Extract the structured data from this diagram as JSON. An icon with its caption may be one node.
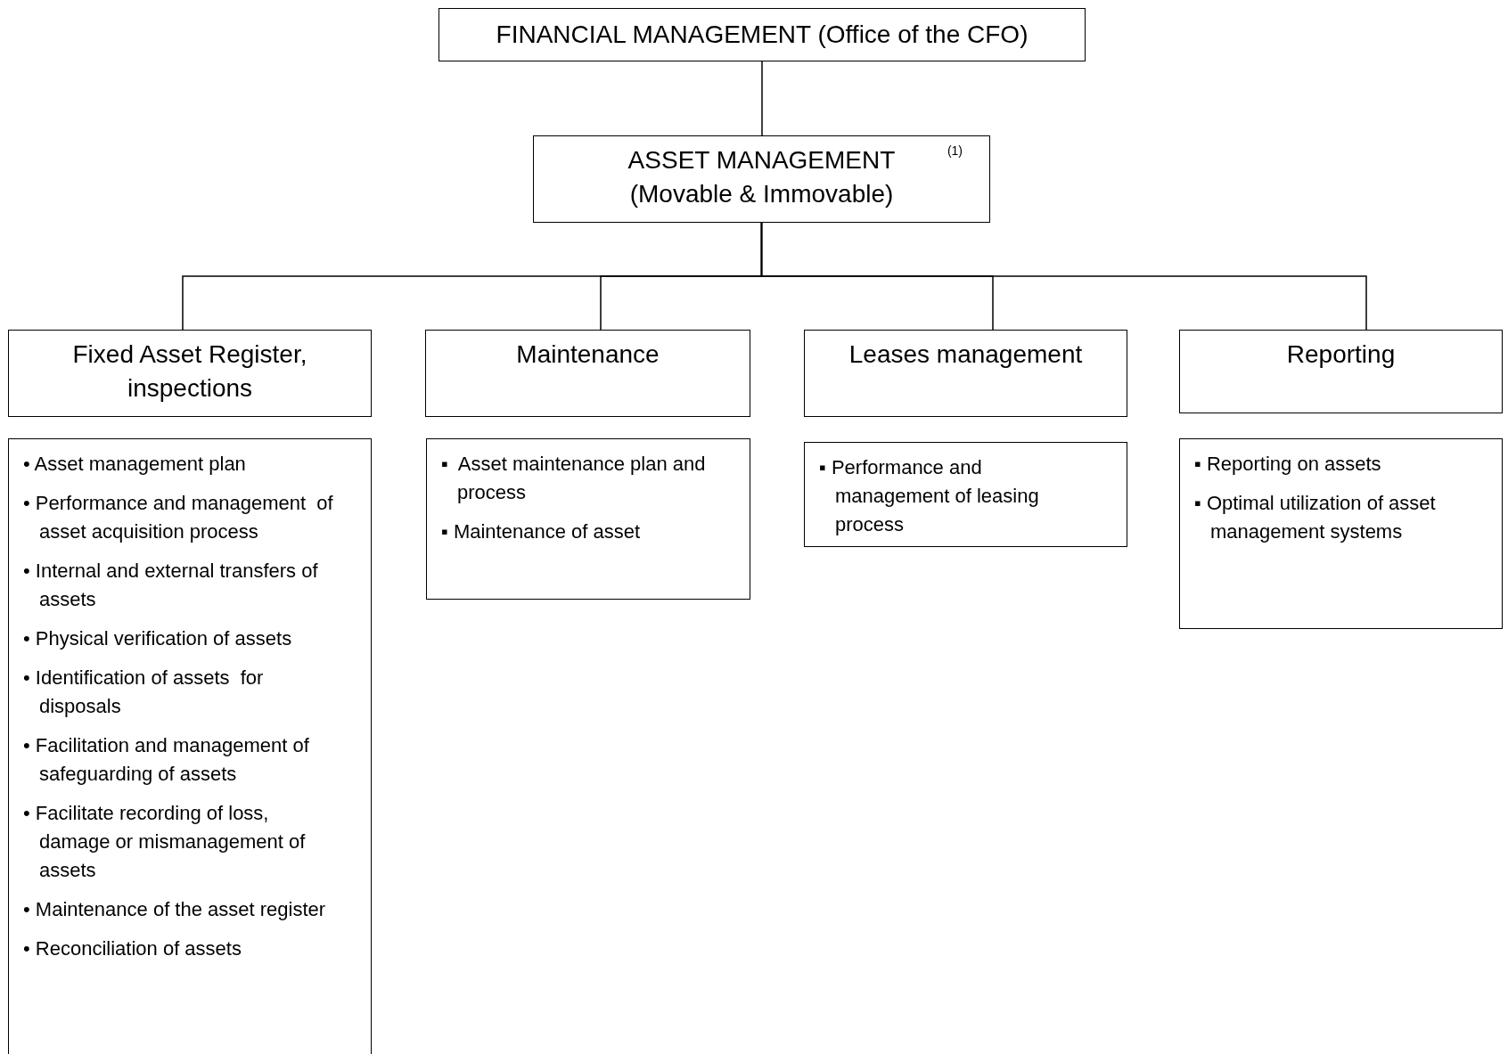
{
  "diagram": {
    "nodes": [
      {
        "text": [
          "FINANCIAL MANAGEMENT (Office of the CFO)"
        ]
      },
      {
        "text": [
          "ASSET MANAGEMENT (Movable & Immovable)",
          "(1)"
        ]
      },
      {
        "text": [
          "Fixed Asset Register, inspections"
        ]
      },
      {
        "text": [
          "Maintenance"
        ]
      },
      {
        "text": [
          "Leases management"
        ]
      },
      {
        "text": [
          "Reporting"
        ]
      },
      {
        "text": [
          "• Asset management plan",
          "• Performance and management  of asset acquisition process",
          "• Internal and external transfers of assets",
          "• Physical verification of assets",
          "• Identification of assets  for disposals",
          "• Facilitation and management of safeguarding of assets",
          "• Facilitate recording of loss, damage or mismanagement of assets",
          "• Maintenance of the asset register",
          "• Reconciliation of assets"
        ]
      },
      {
        "text": [
          "▪  Asset maintenance plan and process",
          "▪ Maintenance of asset"
        ]
      },
      {
        "text": [
          "▪ Performance and management of leasing process"
        ]
      },
      {
        "text": [
          "▪ Reporting on assets",
          "▪ Optimal utilization of asset management systems"
        ]
      }
    ],
    "edges": [
      {
        "from": 0,
        "to": 1,
        "arrow": "none"
      },
      {
        "from": 1,
        "to": 2,
        "arrow": "none"
      },
      {
        "from": 1,
        "to": 3,
        "arrow": "none"
      },
      {
        "from": 1,
        "to": 4,
        "arrow": "none"
      },
      {
        "from": 1,
        "to": 5,
        "arrow": "none"
      }
    ]
  }
}
